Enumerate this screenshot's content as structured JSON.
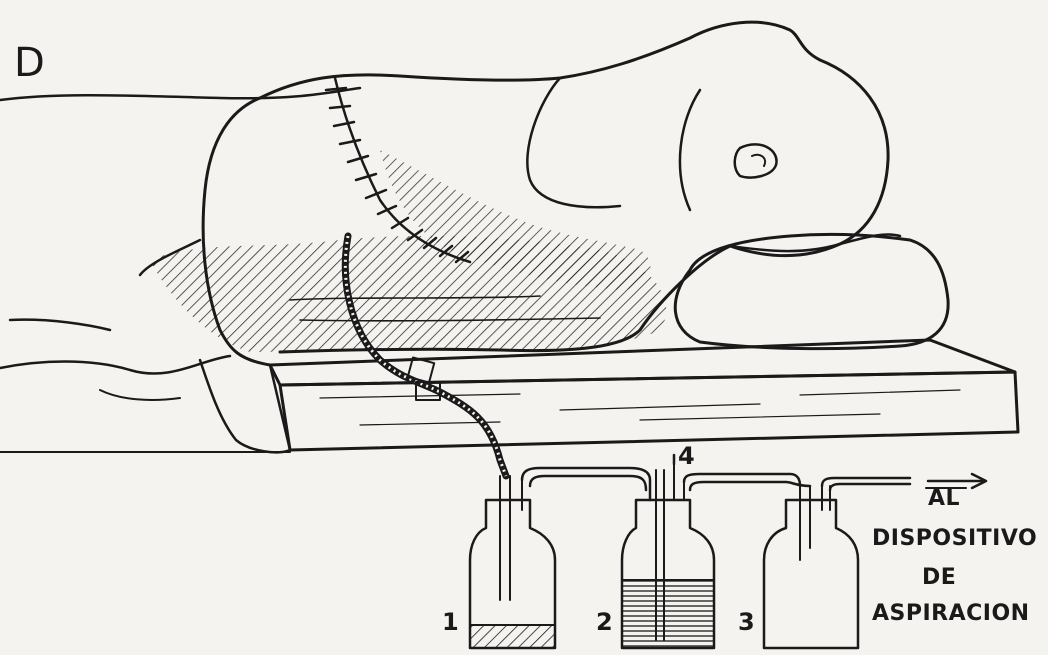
{
  "figure": {
    "panel_label": "D",
    "bottle_labels": [
      "1",
      "2",
      "3"
    ],
    "tube_label": "4",
    "destination": {
      "line1": "AL",
      "line2": "DISPOSITIVO",
      "line3": "DE",
      "line4": "ASPIRACION"
    }
  }
}
